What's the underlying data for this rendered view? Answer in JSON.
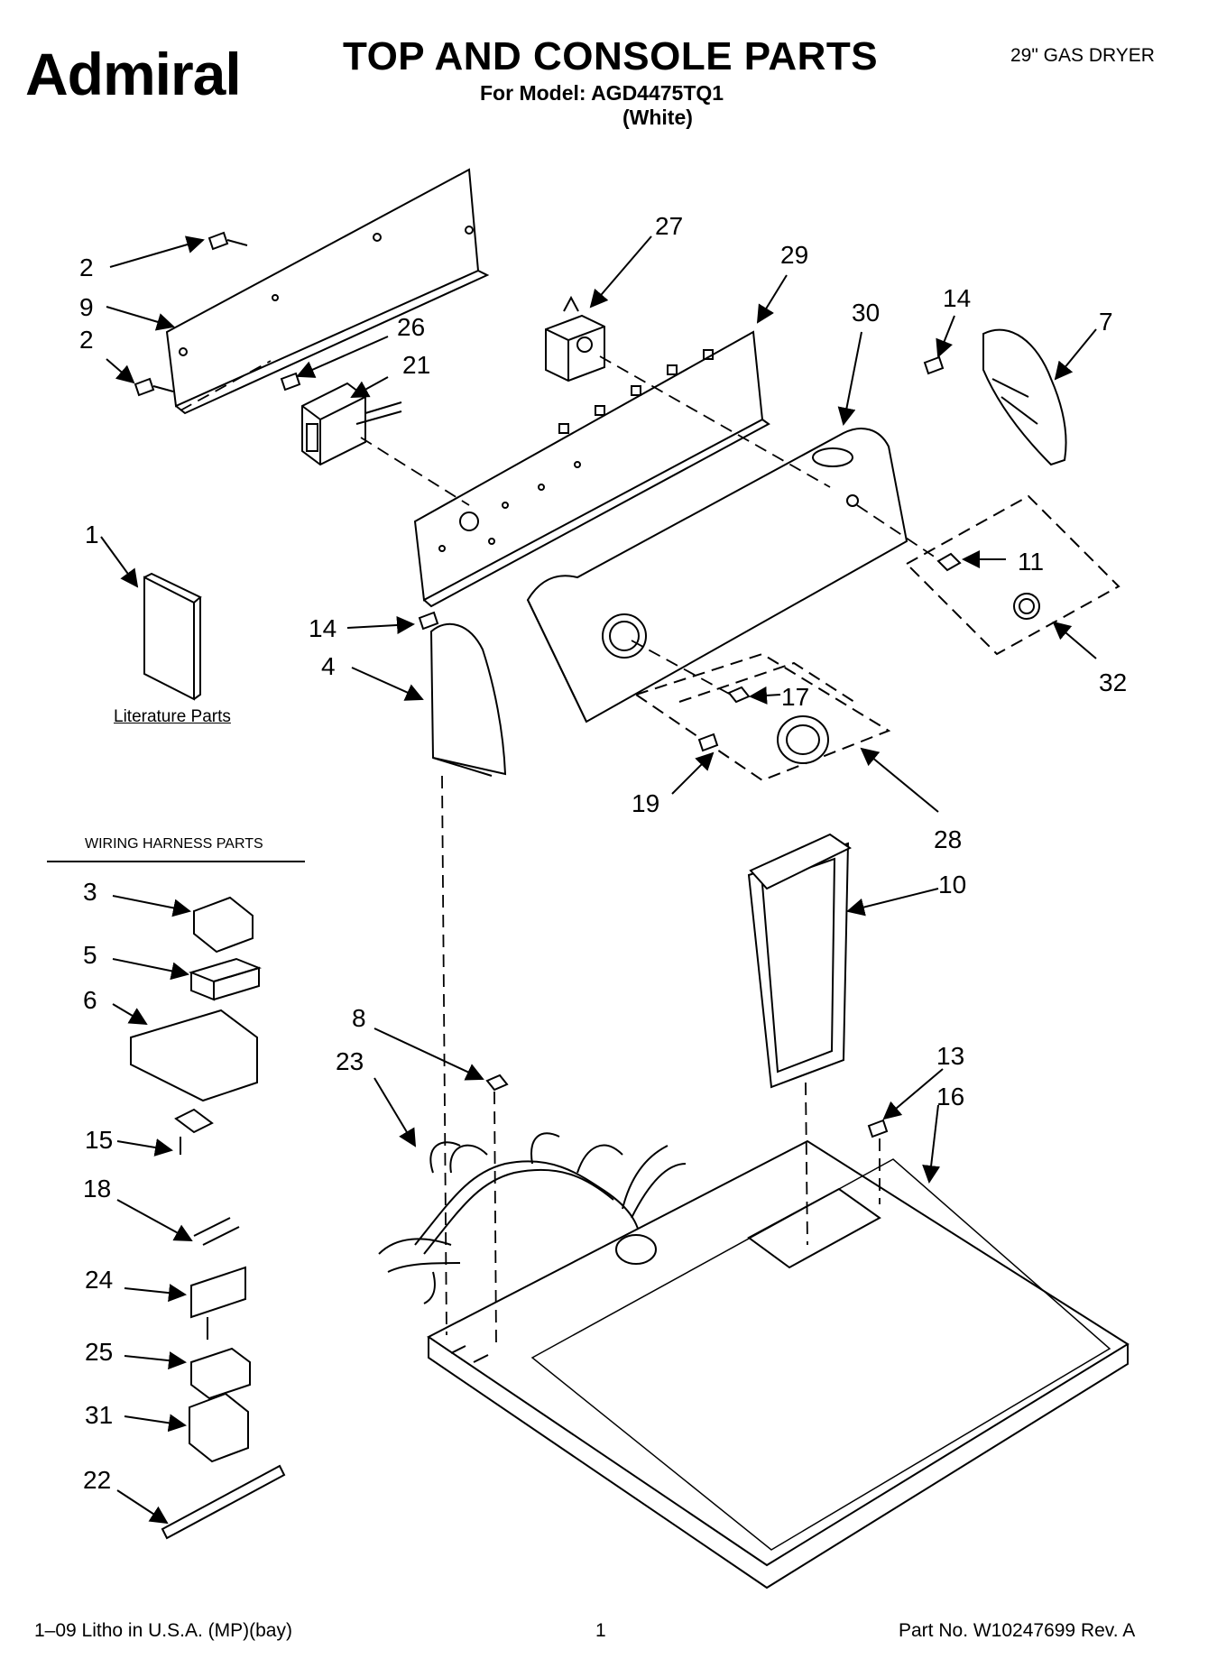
{
  "header": {
    "brand": "Admiral",
    "title": "TOP AND CONSOLE PARTS",
    "model_line": "For Model: AGD4475TQ1",
    "color_line": "(White)",
    "product": "29\" GAS DRYER"
  },
  "sections": {
    "literature_label": "Literature Parts",
    "wiring_harness_label": "WIRING HARNESS PARTS"
  },
  "callouts": {
    "c2a": "2",
    "c9": "9",
    "c2b": "2",
    "c26": "26",
    "c21": "21",
    "c27": "27",
    "c29": "29",
    "c30": "30",
    "c14a": "14",
    "c7": "7",
    "c1": "1",
    "c11": "11",
    "c32": "32",
    "c14b": "14",
    "c4": "4",
    "c17": "17",
    "c19": "19",
    "c28": "28",
    "c10": "10",
    "c3": "3",
    "c5": "5",
    "c6": "6",
    "c8": "8",
    "c23": "23",
    "c13": "13",
    "c16": "16",
    "c15": "15",
    "c18": "18",
    "c24": "24",
    "c25": "25",
    "c31": "31",
    "c22": "22"
  },
  "footer": {
    "print_info": "1–09 Litho in U.S.A. (MP)(bay)",
    "page_number": "1",
    "part_number": "Part No. W10247699 Rev. A"
  }
}
